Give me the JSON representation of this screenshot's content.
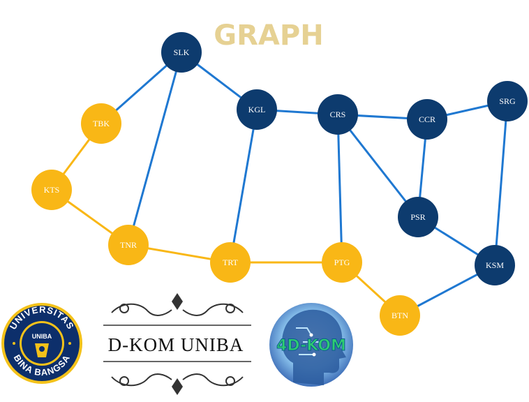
{
  "title": "GRAPH",
  "colors": {
    "title": "#E6D193",
    "navy_node": "#0D3B6E",
    "gold_node": "#F9B716",
    "blue_edge": "#1F78D1",
    "gold_edge": "#F9B716"
  },
  "nodes": [
    {
      "id": "SLK",
      "label": "SLK",
      "color": "navy"
    },
    {
      "id": "TBK",
      "label": "TBK",
      "color": "gold"
    },
    {
      "id": "KTS",
      "label": "KTS",
      "color": "gold"
    },
    {
      "id": "TNR",
      "label": "TNR",
      "color": "gold"
    },
    {
      "id": "KGL",
      "label": "KGL",
      "color": "navy"
    },
    {
      "id": "TRT",
      "label": "TRT",
      "color": "gold"
    },
    {
      "id": "CRS",
      "label": "CRS",
      "color": "navy"
    },
    {
      "id": "PTG",
      "label": "PTG",
      "color": "gold"
    },
    {
      "id": "CCR",
      "label": "CCR",
      "color": "navy"
    },
    {
      "id": "SRG",
      "label": "SRG",
      "color": "navy"
    },
    {
      "id": "PSR",
      "label": "PSR",
      "color": "navy"
    },
    {
      "id": "KSM",
      "label": "KSM",
      "color": "navy"
    },
    {
      "id": "BTN",
      "label": "BTN",
      "color": "gold"
    }
  ],
  "edges": [
    {
      "from": "SLK",
      "to": "TBK",
      "color": "blue"
    },
    {
      "from": "SLK",
      "to": "TNR",
      "color": "blue"
    },
    {
      "from": "SLK",
      "to": "KGL",
      "color": "blue"
    },
    {
      "from": "TBK",
      "to": "KTS",
      "color": "gold"
    },
    {
      "from": "KTS",
      "to": "TNR",
      "color": "gold"
    },
    {
      "from": "TNR",
      "to": "TRT",
      "color": "gold"
    },
    {
      "from": "KGL",
      "to": "TRT",
      "color": "blue"
    },
    {
      "from": "KGL",
      "to": "CRS",
      "color": "blue"
    },
    {
      "from": "TRT",
      "to": "PTG",
      "color": "gold"
    },
    {
      "from": "CRS",
      "to": "PTG",
      "color": "blue"
    },
    {
      "from": "CRS",
      "to": "CCR",
      "color": "blue"
    },
    {
      "from": "CRS",
      "to": "PSR",
      "color": "blue"
    },
    {
      "from": "CCR",
      "to": "SRG",
      "color": "blue"
    },
    {
      "from": "CCR",
      "to": "PSR",
      "color": "blue"
    },
    {
      "from": "SRG",
      "to": "KSM",
      "color": "blue"
    },
    {
      "from": "PSR",
      "to": "KSM",
      "color": "blue"
    },
    {
      "from": "KSM",
      "to": "BTN",
      "color": "blue"
    },
    {
      "from": "PTG",
      "to": "BTN",
      "color": "gold"
    }
  ],
  "logos": {
    "seal_top_text": "UNIVERSITAS",
    "seal_bottom_text": "BINA BANGSA",
    "seal_center_text": "UNIBA",
    "dkom_text": "D-KOM UNIBA",
    "fourdkom_text": "4D-KOM"
  }
}
